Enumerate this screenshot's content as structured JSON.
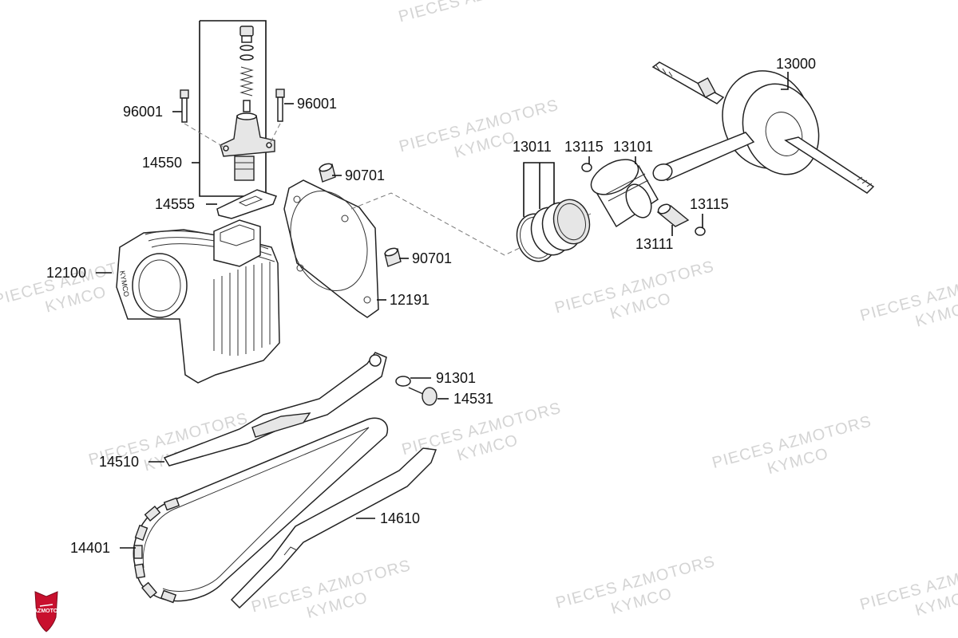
{
  "watermark": {
    "line1": "PIECES AZMOTORS",
    "line2": "KYMCO"
  },
  "logo": {
    "text": "AZMOTORS",
    "color": "#c8102e"
  },
  "parts": {
    "p96001_left": "96001",
    "p96001_right": "96001",
    "p14550": "14550",
    "p14555": "14555",
    "p90701_top": "90701",
    "p90701_bottom": "90701",
    "p12100": "12100",
    "p12191": "12191",
    "p13000": "13000",
    "p13011": "13011",
    "p13115_top": "13115",
    "p13101": "13101",
    "p13115_right": "13115",
    "p13111": "13111",
    "p91301": "91301",
    "p14531": "14531",
    "p14510": "14510",
    "p14610": "14610",
    "p14401": "14401"
  },
  "cylinder_marking": "KYMCO"
}
